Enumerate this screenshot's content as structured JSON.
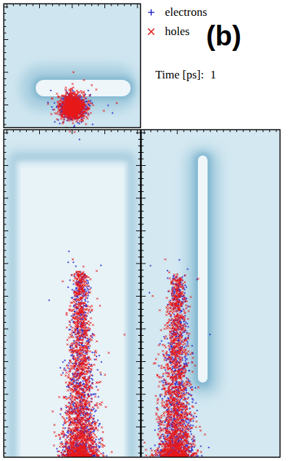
{
  "diagram": {
    "labels": [
      "(b)",
      "Time [ps]:",
      "1"
    ],
    "legend": [
      {
        "text": "electrons"
      },
      {
        "text": "holes"
      }
    ]
  }
}
